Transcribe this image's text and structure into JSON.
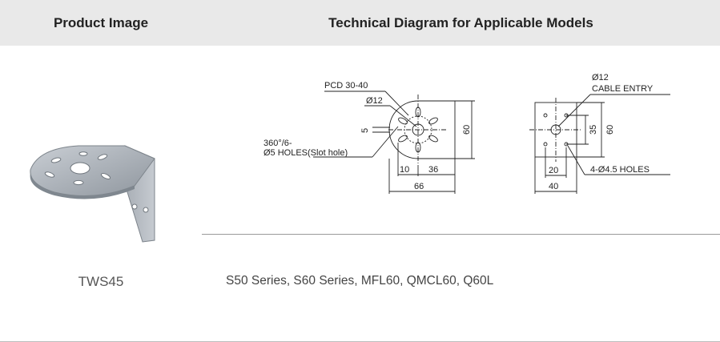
{
  "header": {
    "product_image_label": "Product Image",
    "technical_diagram_label": "Technical Diagram for Applicable Models"
  },
  "diagram": {
    "left": {
      "pcd": "PCD 30-40",
      "dia12": "Ø12",
      "dim5": "5",
      "holes1": "360°/6-",
      "holes2": "Ø5 HOLES(Slot hole)",
      "dim10": "10",
      "dim36": "36",
      "dim66": "66",
      "dim60": "60"
    },
    "right": {
      "dia12": "Ø12",
      "cable": "CABLE ENTRY",
      "dim35": "35",
      "dim60": "60",
      "dim20": "20",
      "holes": "4-Ø4.5 HOLES",
      "dim40": "40"
    }
  },
  "row": {
    "model": "TWS45",
    "applicable_models": "S50 Series, S60 Series, MFL60, QMCL60, Q60L"
  }
}
